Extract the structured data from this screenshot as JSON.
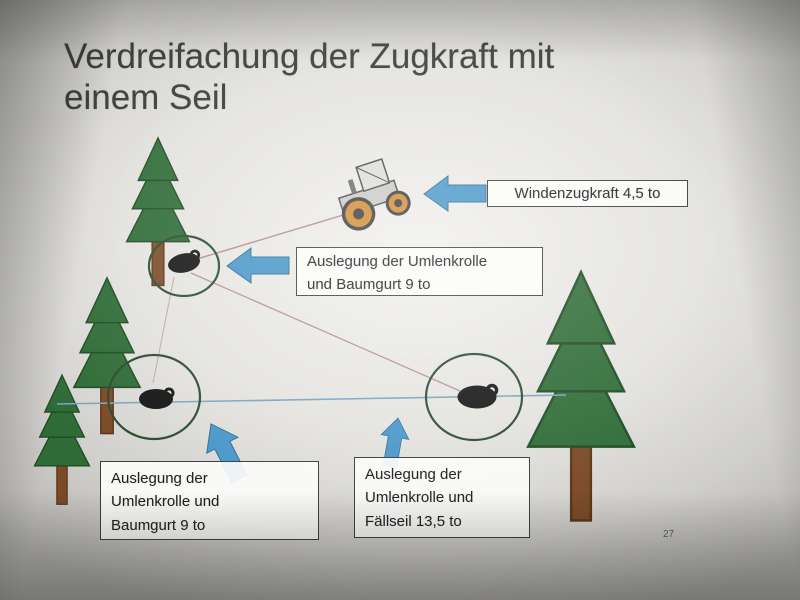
{
  "slide": {
    "title_lines": [
      "Verdreifachung der Zugkraft mit",
      "einem Seil"
    ],
    "page_number": "27",
    "boxes": [
      {
        "id": "winch-force",
        "lines": [
          "Windenzugkraft 4,5 to"
        ]
      },
      {
        "id": "top-pulley",
        "lines": [
          "Auslegung der Umlenkrolle",
          "und Baumgurt 9 to"
        ]
      },
      {
        "id": "left-pulley",
        "lines": [
          "Auslegung der",
          "Umlenkrolle und",
          "Baumgurt 9 to"
        ]
      },
      {
        "id": "right-pulley",
        "lines": [
          "Auslegung der",
          "Umlenkrolle und",
          "Fällseil 13,5 to"
        ]
      }
    ],
    "diagram_elements": {
      "trees": "conifer-tree",
      "vehicle": "tractor-with-winch",
      "pulleys": "snatch-block-pulley",
      "ropes": [
        "winch-rope",
        "return-rope"
      ],
      "highlights": "pulley-circle"
    },
    "colors": {
      "arrow_blue": "#4796c8",
      "arrow_blue_edge": "#2c6e97",
      "tree_green": "#2e6b36",
      "tree_green_edge": "#1c4a22",
      "trunk_brown": "#7b4a26",
      "rope_red": "#b5908c",
      "rope_blue": "#7aa3c2",
      "circle_green": "#2a4a2e",
      "wheel_orange": "#d08a2f",
      "title_text": "#3a3a38"
    }
  }
}
